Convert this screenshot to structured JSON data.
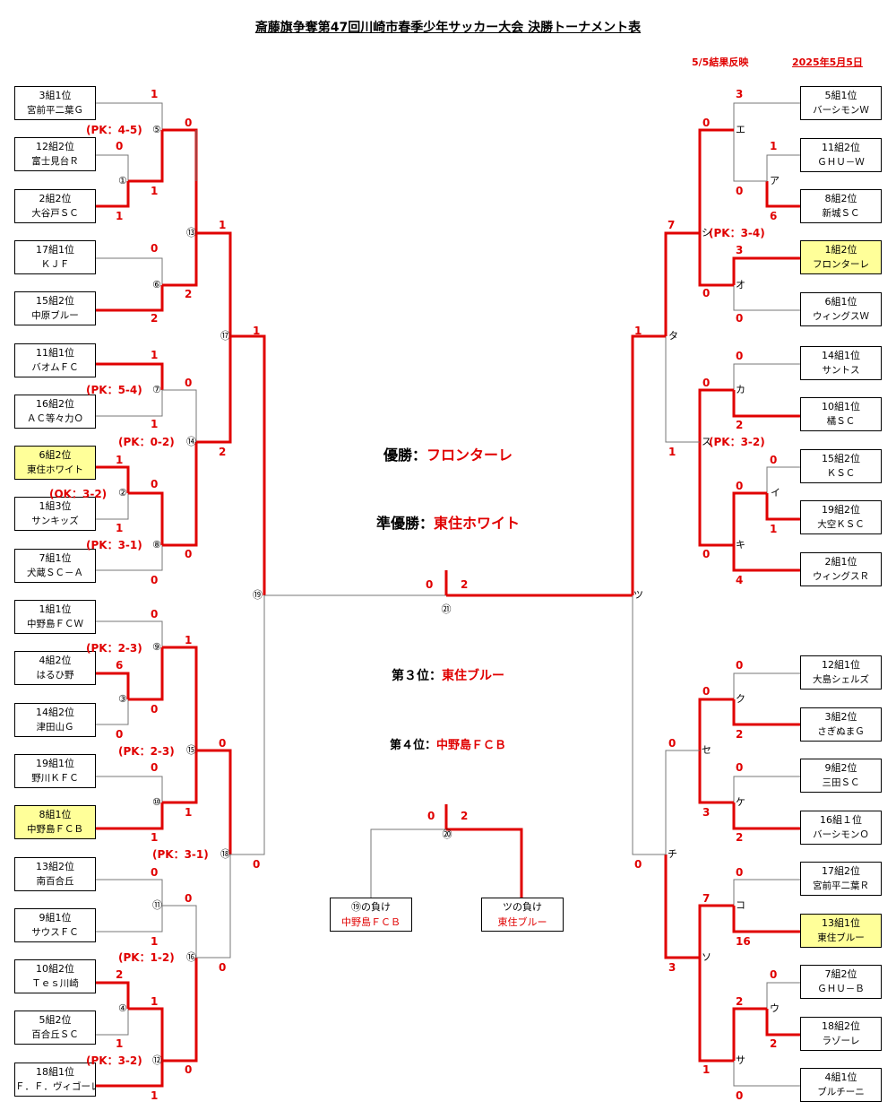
{
  "title": "斎藤旗争奪第47回川崎市春季少年サッカー大会 決勝トーナメント表",
  "update_note": "5/5結果反映",
  "date": "2025年5月5日",
  "results": {
    "champion_label": "優勝：",
    "champion": "フロンターレ",
    "runner_up_label": "準優勝：",
    "runner_up": "東住ホワイト",
    "third_label": "第３位：",
    "third": "東住ブルー",
    "fourth_label": "第４位：",
    "fourth": "中野島ＦＣＢ"
  },
  "left_teams": [
    {
      "group": "3組1位",
      "name": "宮前平二葉Ｇ",
      "highlight": false
    },
    {
      "group": "12組2位",
      "name": "富士見台Ｒ",
      "highlight": false
    },
    {
      "group": "2組2位",
      "name": "大谷戸ＳＣ",
      "highlight": false
    },
    {
      "group": "17組1位",
      "name": "ＫＪＦ",
      "highlight": false
    },
    {
      "group": "15組2位",
      "name": "中原ブルー",
      "highlight": false
    },
    {
      "group": "11組1位",
      "name": "バオムＦＣ",
      "highlight": false
    },
    {
      "group": "16組2位",
      "name": "ＡＣ等々力Ｏ",
      "highlight": false
    },
    {
      "group": "6組2位",
      "name": "東住ホワイト",
      "highlight": true
    },
    {
      "group": "1組3位",
      "name": "サンキッズ",
      "highlight": false
    },
    {
      "group": "7組1位",
      "name": "犬蔵ＳＣ－Ａ",
      "highlight": false
    },
    {
      "group": "1組1位",
      "name": "中野島ＦＣＷ",
      "highlight": false
    },
    {
      "group": "4組2位",
      "name": "はるひ野",
      "highlight": false
    },
    {
      "group": "14組2位",
      "name": "津田山Ｇ",
      "highlight": false
    },
    {
      "group": "19組1位",
      "name": "野川ＫＦＣ",
      "highlight": false
    },
    {
      "group": "8組1位",
      "name": "中野島ＦＣＢ",
      "highlight": true
    },
    {
      "group": "13組2位",
      "name": "南百合丘",
      "highlight": false
    },
    {
      "group": "9組1位",
      "name": "サウスＦＣ",
      "highlight": false
    },
    {
      "group": "10組2位",
      "name": "Ｔｅｓ川崎",
      "highlight": false
    },
    {
      "group": "5組2位",
      "name": "百合丘ＳＣ",
      "highlight": false
    },
    {
      "group": "18組1位",
      "name": "Ｆ．Ｆ．ヴィゴーレ",
      "highlight": false
    }
  ],
  "right_teams": [
    {
      "group": "5組1位",
      "name": "バーシモンＷ",
      "highlight": false
    },
    {
      "group": "11組2位",
      "name": "ＧＨＵ－Ｗ",
      "highlight": false
    },
    {
      "group": "8組2位",
      "name": "新城ＳＣ",
      "highlight": false
    },
    {
      "group": "1組2位",
      "name": "フロンターレ",
      "highlight": true
    },
    {
      "group": "6組1位",
      "name": "ウィングスＷ",
      "highlight": false
    },
    {
      "group": "14組1位",
      "name": "サントス",
      "highlight": false
    },
    {
      "group": "10組1位",
      "name": "橘ＳＣ",
      "highlight": false
    },
    {
      "group": "15組2位",
      "name": "ＫＳＣ",
      "highlight": false
    },
    {
      "group": "19組2位",
      "name": "大空ＫＳＣ",
      "highlight": false
    },
    {
      "group": "2組1位",
      "name": "ウィングスＲ",
      "highlight": false
    },
    {
      "group": "12組1位",
      "name": "大島シェルズ",
      "highlight": false
    },
    {
      "group": "3組2位",
      "name": "さぎぬまＧ",
      "highlight": false
    },
    {
      "group": "9組2位",
      "name": "三田ＳＣ",
      "highlight": false
    },
    {
      "group": "16組１位",
      "name": "バーシモンＯ",
      "highlight": false
    },
    {
      "group": "17組2位",
      "name": "宮前平二葉Ｒ",
      "highlight": false
    },
    {
      "group": "13組1位",
      "name": "東住ブルー",
      "highlight": true
    },
    {
      "group": "7組2位",
      "name": "ＧＨＵ－Ｂ",
      "highlight": false
    },
    {
      "group": "18組2位",
      "name": "ラゾーレ",
      "highlight": false
    },
    {
      "group": "4組1位",
      "name": "ブルチーニ",
      "highlight": false
    }
  ],
  "third_place": {
    "left_label": "⑲の負け",
    "left_team": "中野島ＦＣＢ",
    "right_label": "ツの負け",
    "right_team": "東住ブルー",
    "match": "⑳",
    "left_score": "0",
    "right_score": "2"
  },
  "final": {
    "match": "㉑",
    "left_score": "0",
    "right_score": "2",
    "left_match": "⑲",
    "right_match": "ツ"
  },
  "score_texts": [
    {
      "id": "s1",
      "text": "1"
    },
    {
      "id": "s2",
      "text": "0"
    },
    {
      "id": "s3",
      "text": "1"
    },
    {
      "id": "s4",
      "text": "1"
    },
    {
      "id": "s5",
      "text": "0"
    },
    {
      "id": "s6",
      "text": "2"
    },
    {
      "id": "s7",
      "text": "0"
    },
    {
      "id": "s8",
      "text": "2"
    },
    {
      "id": "s9",
      "text": "1"
    },
    {
      "id": "s10",
      "text": "1"
    },
    {
      "id": "s11",
      "text": "1"
    },
    {
      "id": "s12",
      "text": "1"
    },
    {
      "id": "s13",
      "text": "0"
    },
    {
      "id": "s14",
      "text": "1"
    },
    {
      "id": "s15",
      "text": "0"
    },
    {
      "id": "s16",
      "text": "1"
    },
    {
      "id": "s17",
      "text": "0"
    },
    {
      "id": "s18",
      "text": "0"
    },
    {
      "id": "s19",
      "text": "2"
    },
    {
      "id": "s20",
      "text": "0"
    },
    {
      "id": "s21",
      "text": "6"
    },
    {
      "id": "s22",
      "text": "0"
    },
    {
      "id": "s23",
      "text": "1"
    },
    {
      "id": "s24",
      "text": "0"
    },
    {
      "id": "s25",
      "text": "0"
    },
    {
      "id": "s26",
      "text": "0"
    },
    {
      "id": "s27",
      "text": "1"
    },
    {
      "id": "s28",
      "text": "1"
    },
    {
      "id": "s29",
      "text": "0"
    },
    {
      "id": "s30",
      "text": "0"
    },
    {
      "id": "s31",
      "text": "0"
    },
    {
      "id": "s32",
      "text": "1"
    },
    {
      "id": "s33",
      "text": "2"
    },
    {
      "id": "s34",
      "text": "1"
    },
    {
      "id": "s35",
      "text": "1"
    },
    {
      "id": "s36",
      "text": "0"
    },
    {
      "id": "s37",
      "text": "0"
    },
    {
      "id": "s38",
      "text": "1"
    },
    {
      "id": "r1",
      "text": "3"
    },
    {
      "id": "r2",
      "text": "0"
    },
    {
      "id": "r3",
      "text": "1"
    },
    {
      "id": "r4",
      "text": "0"
    },
    {
      "id": "r5",
      "text": "6"
    },
    {
      "id": "r6",
      "text": "7"
    },
    {
      "id": "r7",
      "text": "3"
    },
    {
      "id": "r8",
      "text": "0"
    },
    {
      "id": "r9",
      "text": "0"
    },
    {
      "id": "r10",
      "text": "1"
    },
    {
      "id": "r11",
      "text": "0"
    },
    {
      "id": "r12",
      "text": "0"
    },
    {
      "id": "r13",
      "text": "2"
    },
    {
      "id": "r14",
      "text": "1"
    },
    {
      "id": "r15",
      "text": "0"
    },
    {
      "id": "r16",
      "text": "0"
    },
    {
      "id": "r17",
      "text": "1"
    },
    {
      "id": "r18",
      "text": "0"
    },
    {
      "id": "r19",
      "text": "4"
    },
    {
      "id": "r20",
      "text": "0"
    },
    {
      "id": "r21",
      "text": "0"
    },
    {
      "id": "r22",
      "text": "2"
    },
    {
      "id": "r23",
      "text": "0"
    },
    {
      "id": "r24",
      "text": "0"
    },
    {
      "id": "r25",
      "text": "3"
    },
    {
      "id": "r26",
      "text": "2"
    },
    {
      "id": "r27",
      "text": "0"
    },
    {
      "id": "r28",
      "text": "7"
    },
    {
      "id": "r29",
      "text": "0"
    },
    {
      "id": "r30",
      "text": "16"
    },
    {
      "id": "r31",
      "text": "3"
    },
    {
      "id": "r32",
      "text": "0"
    },
    {
      "id": "r33",
      "text": "2"
    },
    {
      "id": "r34",
      "text": "2"
    },
    {
      "id": "r35",
      "text": "1"
    },
    {
      "id": "r36",
      "text": "0"
    }
  ],
  "pk_texts": [
    {
      "id": "p1",
      "text": "(PK：4-5)"
    },
    {
      "id": "p2",
      "text": "(PK：5-4)"
    },
    {
      "id": "p3",
      "text": "(PK：0-2)"
    },
    {
      "id": "p4",
      "text": "(OK：3-2)"
    },
    {
      "id": "p5",
      "text": "(PK：3-1)"
    },
    {
      "id": "p6",
      "text": "(PK：2-3)"
    },
    {
      "id": "p7",
      "text": "(PK：2-3)"
    },
    {
      "id": "p8",
      "text": "(PK：3-1)"
    },
    {
      "id": "p9",
      "text": "(PK：1-2)"
    },
    {
      "id": "p10",
      "text": "(PK：3-2)"
    },
    {
      "id": "p11",
      "text": "(PK：3-4)"
    },
    {
      "id": "p12",
      "text": "(PK：3-2)"
    }
  ],
  "match_labels": [
    {
      "id": "m1",
      "text": "⑤"
    },
    {
      "id": "m2",
      "text": "①"
    },
    {
      "id": "m3",
      "text": "⑬"
    },
    {
      "id": "m4",
      "text": "⑥"
    },
    {
      "id": "m5",
      "text": "⑰"
    },
    {
      "id": "m6",
      "text": "⑦"
    },
    {
      "id": "m7",
      "text": "⑭"
    },
    {
      "id": "m8",
      "text": "②"
    },
    {
      "id": "m9",
      "text": "⑧"
    },
    {
      "id": "m10",
      "text": "⑲"
    },
    {
      "id": "m11",
      "text": "⑨"
    },
    {
      "id": "m12",
      "text": "③"
    },
    {
      "id": "m13",
      "text": "⑮"
    },
    {
      "id": "m14",
      "text": "⑩"
    },
    {
      "id": "m15",
      "text": "⑱"
    },
    {
      "id": "m16",
      "text": "⑪"
    },
    {
      "id": "m17",
      "text": "⑯"
    },
    {
      "id": "m18",
      "text": "④"
    },
    {
      "id": "m19",
      "text": "⑫"
    },
    {
      "id": "n1",
      "text": "エ"
    },
    {
      "id": "n2",
      "text": "ア"
    },
    {
      "id": "n3",
      "text": "シ"
    },
    {
      "id": "n4",
      "text": "オ"
    },
    {
      "id": "n5",
      "text": "タ"
    },
    {
      "id": "n6",
      "text": "カ"
    },
    {
      "id": "n7",
      "text": "ス"
    },
    {
      "id": "n8",
      "text": "イ"
    },
    {
      "id": "n9",
      "text": "キ"
    },
    {
      "id": "n10",
      "text": "ツ"
    },
    {
      "id": "n11",
      "text": "ク"
    },
    {
      "id": "n12",
      "text": "セ"
    },
    {
      "id": "n13",
      "text": "ケ"
    },
    {
      "id": "n14",
      "text": "チ"
    },
    {
      "id": "n15",
      "text": "コ"
    },
    {
      "id": "n16",
      "text": "ソ"
    },
    {
      "id": "n17",
      "text": "ウ"
    },
    {
      "id": "n18",
      "text": "サ"
    }
  ],
  "colors": {
    "winner_line": "#e00000",
    "loser_line": "#777777",
    "highlight": "#ffff99"
  }
}
